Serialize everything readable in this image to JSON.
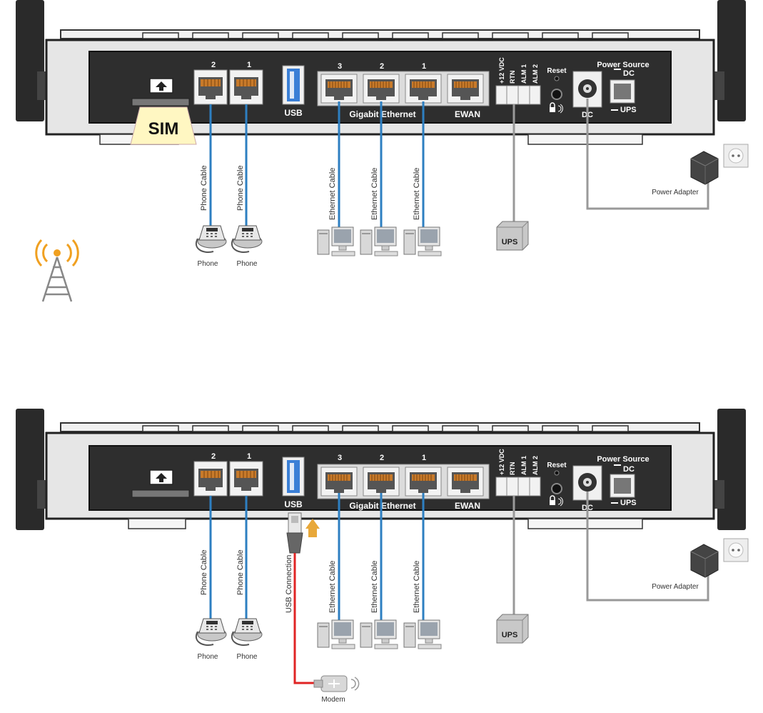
{
  "router": {
    "phone_port_labels": [
      "2",
      "1"
    ],
    "usb_label": "USB",
    "lan_port_labels": [
      "3",
      "2",
      "1"
    ],
    "gigabit_label": "Gigabit Ethernet",
    "ewan_label": "EWAN",
    "terminal_labels": [
      "+12 VDC",
      "RTN",
      "ALM 1",
      "ALM 2"
    ],
    "reset_label": "Reset",
    "dc_label": "DC",
    "power_source_label": "Power Source",
    "switch_dc_label": "DC",
    "switch_ups_label": "UPS",
    "sim_label": "SIM"
  },
  "cables": {
    "phone_cable": "Phone Cable",
    "ethernet_cable": "Ethernet Cable",
    "usb_connection": "USB Connection"
  },
  "devices": {
    "phone": "Phone",
    "ups": "UPS",
    "power_adapter": "Power Adapter",
    "modem": "Modem"
  },
  "colors": {
    "chassis": "#2e2e2e",
    "bezel": "#e6e6e6",
    "ethernet_cable": "#2d7fc1",
    "usb_cable": "#e02424",
    "power_cable": "#999999",
    "usb_port": "#3a7fd6",
    "sim_card": "#fff7c2",
    "signal": "#f0a020"
  },
  "icons": [
    "sim-tray-icon",
    "phone-icon",
    "computer-icon",
    "ups-icon",
    "power-adapter-icon",
    "wall-outlet-icon",
    "cell-tower-icon",
    "lock-icon",
    "usb-stick-modem-icon",
    "insert-arrow-icon"
  ]
}
